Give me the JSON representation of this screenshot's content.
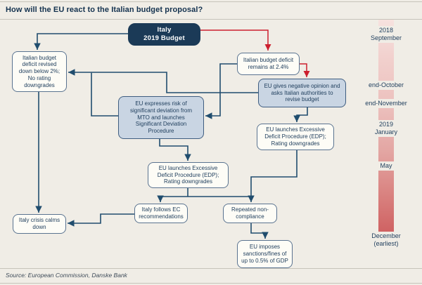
{
  "title": "How will the EU react to the Italian budget proposal?",
  "source": "Source: European Commission, Danske Bank",
  "colors": {
    "background": "#f0ede6",
    "navy_line": "#204d6e",
    "red_line": "#cc1f2e",
    "dark_node_fill": "#1b3a57",
    "blue_node_fill": "#c9d5e3",
    "white_node_fill": "#fdfcf6",
    "text_navy": "#1e3d5c",
    "timeline_arrow_red": "#c2232c"
  },
  "flowchart": {
    "nodes": {
      "italy_budget": {
        "text": "Italy\n2019 Budget"
      },
      "deficit_revised": {
        "text": "Italian budget\ndeficit revised\ndown below 2%;\nNo rating\ndowngrades"
      },
      "deficit_remains": {
        "text": "Italian budget deficit\nremains at 2.4%"
      },
      "negative_opinion": {
        "text": "EU gives negative opinion and\nasks Italian authorities to\nrevise budget"
      },
      "deviation_procedure": {
        "text": "EU expresses risk of\nsignificant deviation from\nMTO and launches\nSignificant Deviation\nProcedure"
      },
      "edp_right": {
        "text": "EU launches Excessive\nDeficit Procedure (EDP);\nRating downgrades"
      },
      "edp_mid": {
        "text": "EU launches Excessive\nDeficit Procedure (EDP);\nRating downgrades"
      },
      "follows_ec": {
        "text": "Italy follows EC\nrecommendations"
      },
      "non_compliance": {
        "text": "Repeated non-\ncompliance"
      },
      "crisis_calms": {
        "text": "Italy crisis calms\ndown"
      },
      "sanctions": {
        "text": "EU imposes\nsanctions/fines of\nup to 0.5% of GDP"
      }
    },
    "edges": [
      {
        "from": "italy_budget",
        "to": "deficit_revised",
        "color": "navy"
      },
      {
        "from": "italy_budget",
        "to": "deficit_remains",
        "color": "red"
      },
      {
        "from": "deficit_remains",
        "to": "negative_opinion",
        "color": "red"
      },
      {
        "from": "deficit_remains",
        "to": "deviation_procedure",
        "color": "navy"
      },
      {
        "from": "negative_opinion",
        "to": "deficit_revised",
        "color": "navy"
      },
      {
        "from": "deviation_procedure",
        "to": "deficit_revised",
        "color": "navy"
      },
      {
        "from": "negative_opinion",
        "to": "edp_right",
        "color": "navy"
      },
      {
        "from": "deviation_procedure",
        "to": "edp_mid",
        "color": "navy"
      },
      {
        "from": "edp_mid",
        "to": "follows_ec",
        "color": "navy"
      },
      {
        "from": "edp_right",
        "to": "non_compliance",
        "color": "navy"
      },
      {
        "from": "deficit_revised",
        "to": "crisis_calms",
        "color": "navy"
      },
      {
        "from": "follows_ec",
        "to": "crisis_calms",
        "color": "navy"
      },
      {
        "from": "non_compliance",
        "to": "sanctions",
        "color": "navy"
      }
    ]
  },
  "timeline": {
    "labels": [
      {
        "text": "2018\nSeptember"
      },
      {
        "text": "end-October"
      },
      {
        "text": "end-November"
      },
      {
        "text": "2019\nJanuary"
      },
      {
        "text": "May"
      },
      {
        "text": "December\n(earliest)"
      }
    ]
  }
}
